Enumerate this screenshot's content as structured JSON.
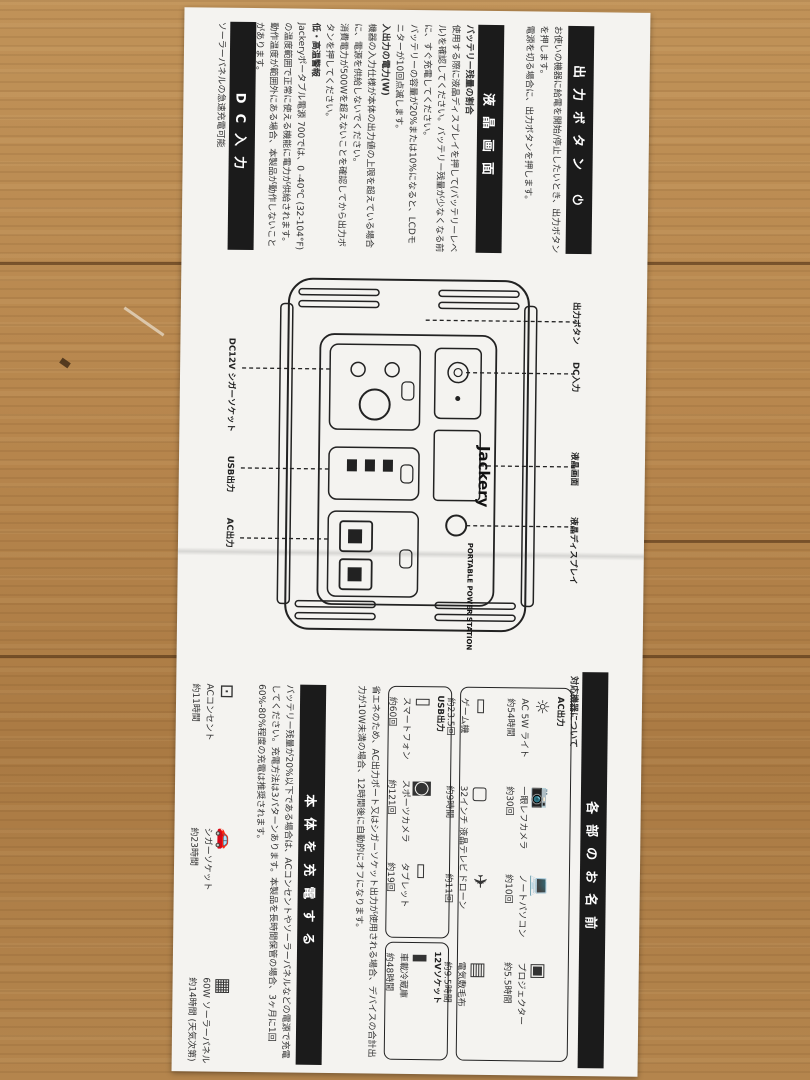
{
  "sections": {
    "power_button": {
      "title": "出力ボタン ⏻",
      "body": "お使いの機器に給電を開始/停止したいとき、出力ボタンを押します。",
      "body2": "電源を切る場合に、出力ボタンを押します。"
    },
    "lcd": {
      "title": "液晶画面",
      "p1": "バッテリー残量の割合",
      "p1b": "使用する際に液晶ディスプレイを押して(バッテリーレベル)を確認してください。バッテリー残量が少なくなる前に、すぐ充電してください。",
      "p2": "バッテリーの容量が20%または10%になると、LCDモニターが10回点滅します。",
      "p3": "入出力の電力(W)",
      "p3b": "機器の入力仕様が本体の出力値の上限を超えている場合に、電源を供給しないでください。",
      "p3c": "消費電力が500Wを超えないことを確認してから出力ボタンを押してください。",
      "p4": "低・高温警報",
      "p4b": "Jackeryポータブル電源 700では、0 -40℃ (32-104°F)の温度範囲で正常に使える機能に電力が供給されます。動作温度が範囲外にある場合、本製品が動作しないことがあります。"
    },
    "dc_input": {
      "title": "DC入力",
      "body": "ソーラーパネルの急速充電可能"
    },
    "charge": {
      "title": "本体を充電する",
      "body": "バッテリー残量が20%以下である場合は、ACコンセントやソーラーパネルなどの電源で充電してください。充電方法は3パターンあります。本製品を長時間保管の場合、3ヶ月に1回60%-80%程度の充電は推奨されます。",
      "items": [
        {
          "name": "ACコンセント",
          "time": "約11時間"
        },
        {
          "name": "シガーソケット",
          "time": "約23時間"
        },
        {
          "name": "60W ソーラーパネル",
          "time": "約14時間 (天気次第)"
        }
      ]
    },
    "names": {
      "title": "各部のお名前",
      "intro": "対応機器について",
      "ac_header": "AC出力",
      "ac_items": [
        {
          "name": "AC 5W ライト",
          "time": "約54時間"
        },
        {
          "name": "一眼レフカメラ",
          "time": "約30回"
        },
        {
          "name": "ノートパソコン",
          "time": "約10回"
        },
        {
          "name": "プロジェクター",
          "time": "約5.5時間"
        },
        {
          "name": "ゲーム機",
          "time": "約23.5回"
        },
        {
          "name": "32インチ 液晶テレビ",
          "time": "約9時間"
        },
        {
          "name": "ドローン",
          "time": "約11回"
        },
        {
          "name": "電気敷毛布",
          "time": "約9.5時間"
        }
      ],
      "usb_header": "USB出力",
      "usb_items": [
        {
          "name": "スマートフォン",
          "time": "約60回"
        },
        {
          "name": "スポーツカメラ",
          "time": "約121回"
        },
        {
          "name": "タブレット",
          "time": "約19回"
        }
      ],
      "car_header": "12Vソケット",
      "car_items": [
        {
          "name": "車載冷蔵庫",
          "time": "約48時間"
        }
      ],
      "note": "省エネのため、AC出力ポート又はシガーソケット出力が使用される場合、デバイスの合計出力が10W未満の場合、12時間後に自動的にオフになります。"
    }
  },
  "device": {
    "brand": "Jackery",
    "product_label": "PORTABLE POWER STATION",
    "callouts_top": [
      "出力ボタン",
      "DC入力",
      "液晶画面",
      "液晶ディスプレイ"
    ],
    "callouts_bottom": [
      "DC12V シガーソケット",
      "USB出力",
      "AC出力"
    ]
  }
}
